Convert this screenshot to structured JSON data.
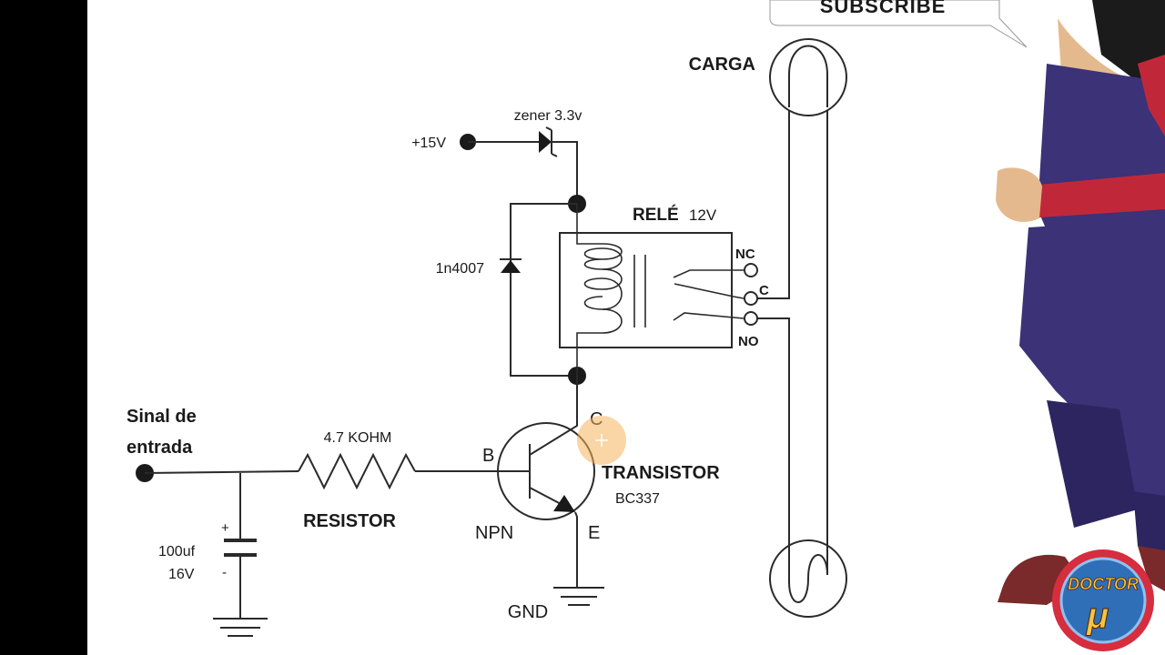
{
  "banner": {
    "subscribe": "SUBSCRIBE"
  },
  "logo": {
    "line1": "DOCTOR",
    "line2": "μ"
  },
  "labels": {
    "zener": "zener 3.3v",
    "supply": "+15V",
    "relay": "RELÉ",
    "relay_voltage": "12V",
    "diode": "1n4007",
    "nc": "NC",
    "c": "C",
    "no": "NO",
    "load": "CARGA",
    "input_line1": "Sinal de",
    "input_line2": "entrada",
    "resistor_value": "4.7 KOHM",
    "resistor": "RESISTOR",
    "base": "B",
    "collector": "C",
    "emitter": "E",
    "npn": "NPN",
    "transistor": "TRANSISTOR",
    "transistor_model": "BC337",
    "cap_value": "100uf",
    "cap_voltage": "16V",
    "cap_plus": "+",
    "cap_minus": "-",
    "gnd": "GND"
  },
  "colors": {
    "canvas": "#ffffff",
    "side_bars": "#000000",
    "wire": "#2a2a2a",
    "cursor_highlight": "#f5b35c",
    "character_gi": "#3b3277",
    "character_belt": "#c0283a",
    "logo_ring": "#d62d3f",
    "logo_inner": "#2f6fb7"
  }
}
